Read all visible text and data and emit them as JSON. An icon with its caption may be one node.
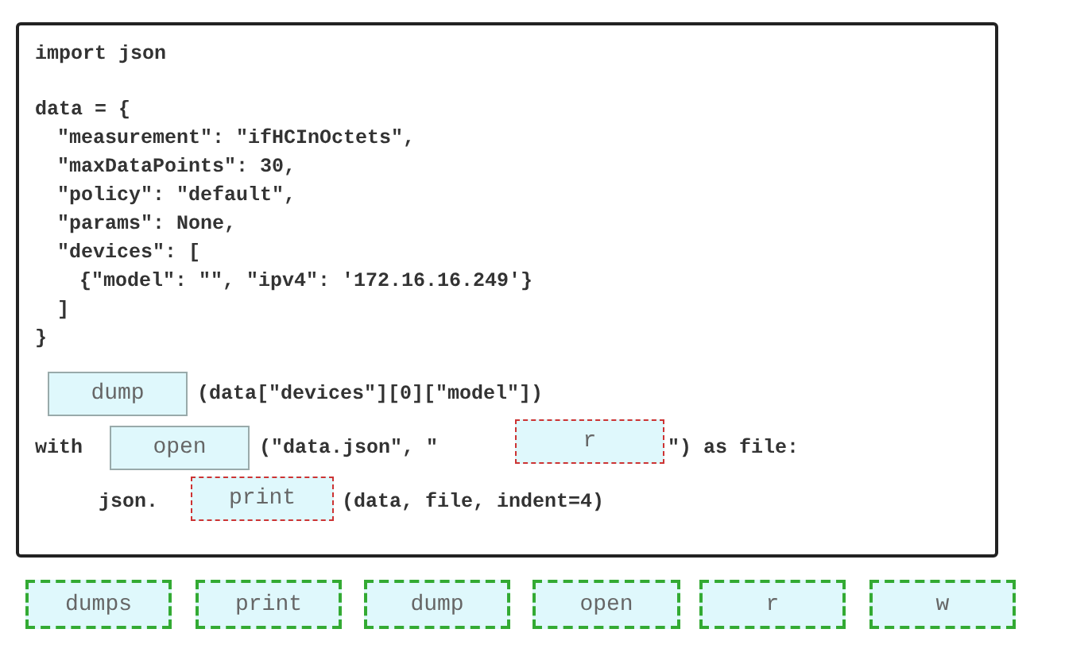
{
  "diagram": {
    "nodes": [
      {
        "text": [
          "import json",
          "data = {",
          "\"measurement\": \"ifHCInOctets\",",
          "\"maxDataPoints\": 30,",
          "\"policy\": \"default\",",
          "\"params\": None,",
          "\"devices\": [",
          "{\"model\": \"\", \"ipv4\": '172.16.16.249'}",
          "]",
          "}",
          "(data[\"devices\"][0][\"model\"])",
          "with",
          "(\"data.json\", \"",
          "\") as file:",
          "json.",
          "(data, file, indent=4)"
        ]
      },
      {
        "text": [
          "dump"
        ],
        "in": 0
      },
      {
        "text": [
          "open"
        ],
        "in": 0
      },
      {
        "text": [
          "r"
        ],
        "in": 0
      },
      {
        "text": [
          "print"
        ],
        "in": 0
      },
      {
        "text": [
          "dumps"
        ]
      },
      {
        "text": [
          "print"
        ]
      },
      {
        "text": [
          "dump"
        ]
      },
      {
        "text": [
          "open"
        ]
      },
      {
        "text": [
          "r"
        ]
      },
      {
        "text": [
          "w"
        ]
      }
    ],
    "edges": []
  }
}
